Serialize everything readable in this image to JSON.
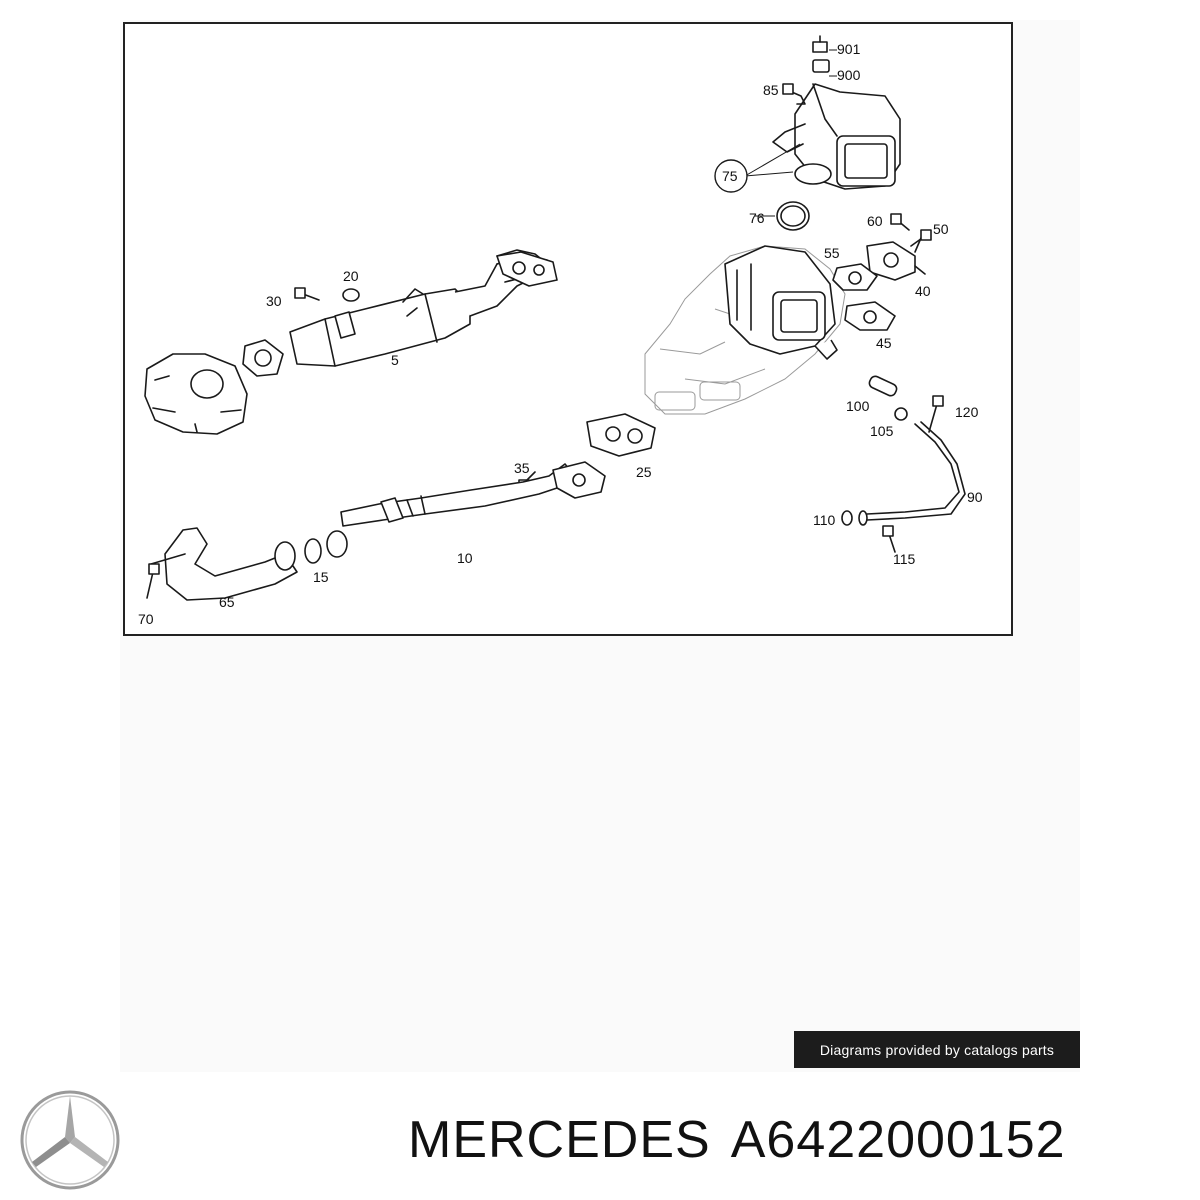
{
  "diagram": {
    "callouts": {
      "p901": "901",
      "p900": "900",
      "p85": "85",
      "p75": "75",
      "p76": "76",
      "p60": "60",
      "p50": "50",
      "p55": "55",
      "p40": "40",
      "p45": "45",
      "p20": "20",
      "p30": "30",
      "p5": "5",
      "p100": "100",
      "p120": "120",
      "p105": "105",
      "p25": "25",
      "p35": "35",
      "p90": "90",
      "p110": "110",
      "p115": "115",
      "p10": "10",
      "p15": "15",
      "p65": "65",
      "p70": "70"
    }
  },
  "credit": {
    "text": "Diagrams provided by catalogs parts"
  },
  "product": {
    "brand": "MERCEDES",
    "part_number": "A6422000152"
  },
  "logo": {
    "icon": "mercedes-star-icon",
    "color": "#9a9a9a"
  }
}
